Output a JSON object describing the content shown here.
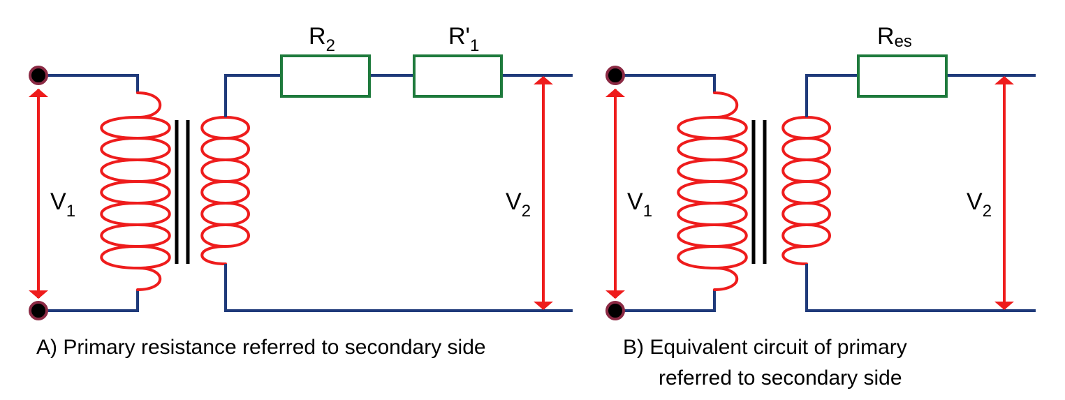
{
  "colors": {
    "wire": "#1f3a7a",
    "winding": "#ee1c1c",
    "core": "#000000",
    "resistor": "#1e7a3c",
    "terminal_ring": "#8b2a44",
    "terminal_dot": "#000000",
    "arrow": "#ee1c1c",
    "text": "#000000"
  },
  "diagram_a": {
    "resistor_1": {
      "main": "R",
      "sub": "2"
    },
    "resistor_2": {
      "main": "R'",
      "sub": "1"
    },
    "input_voltage": {
      "main": "V",
      "sub": "1"
    },
    "output_voltage": {
      "main": "V",
      "sub": "2"
    },
    "caption": "A) Primary resistance referred to secondary side"
  },
  "diagram_b": {
    "resistor": {
      "main": "R",
      "sub": "es"
    },
    "input_voltage": {
      "main": "V",
      "sub": "1"
    },
    "output_voltage": {
      "main": "V",
      "sub": "2"
    },
    "caption_line1": "B) Equivalent circuit of  primary",
    "caption_line2": "referred to secondary side"
  }
}
